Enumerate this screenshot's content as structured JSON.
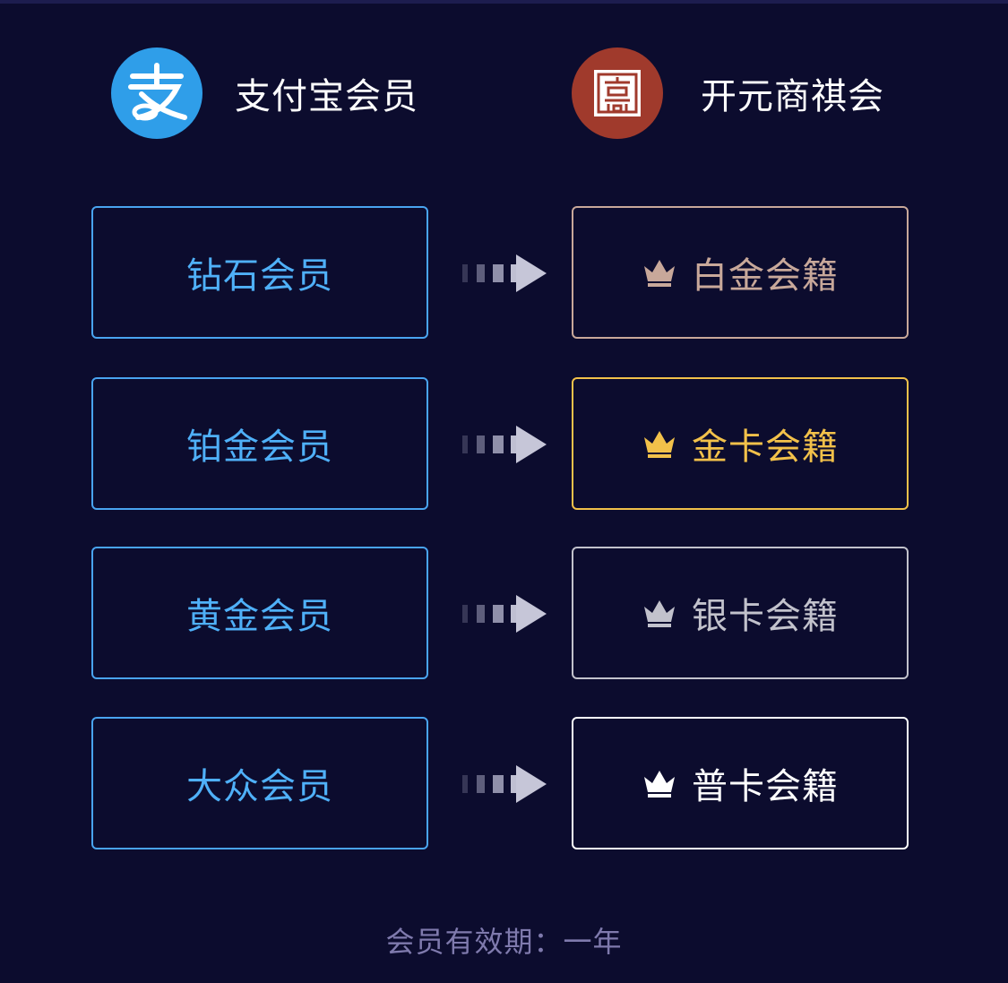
{
  "header": {
    "left": {
      "title": "支付宝会员",
      "logo_icon": "alipay-logo-icon",
      "logo_color": "#2f9ee9"
    },
    "right": {
      "title": "开元商祺会",
      "logo_icon": "kaiyuan-seal-logo-icon",
      "logo_color": "#a03a2c"
    }
  },
  "tiers": [
    {
      "alipay": "钻石会员",
      "kaiyuan": "白金会籍",
      "color": "#c8a89a"
    },
    {
      "alipay": "铂金会员",
      "kaiyuan": "金卡会籍",
      "color": "#f2c14a"
    },
    {
      "alipay": "黄金会员",
      "kaiyuan": "银卡会籍",
      "color": "#c2c2cc"
    },
    {
      "alipay": "大众会员",
      "kaiyuan": "普卡会籍",
      "color": "#ffffff"
    }
  ],
  "colors": {
    "background": "#0c0c2e",
    "alipay_blue": "#4fb0f8",
    "footer": "#7f7aad"
  },
  "footer": {
    "text": "会员有效期：一年"
  }
}
